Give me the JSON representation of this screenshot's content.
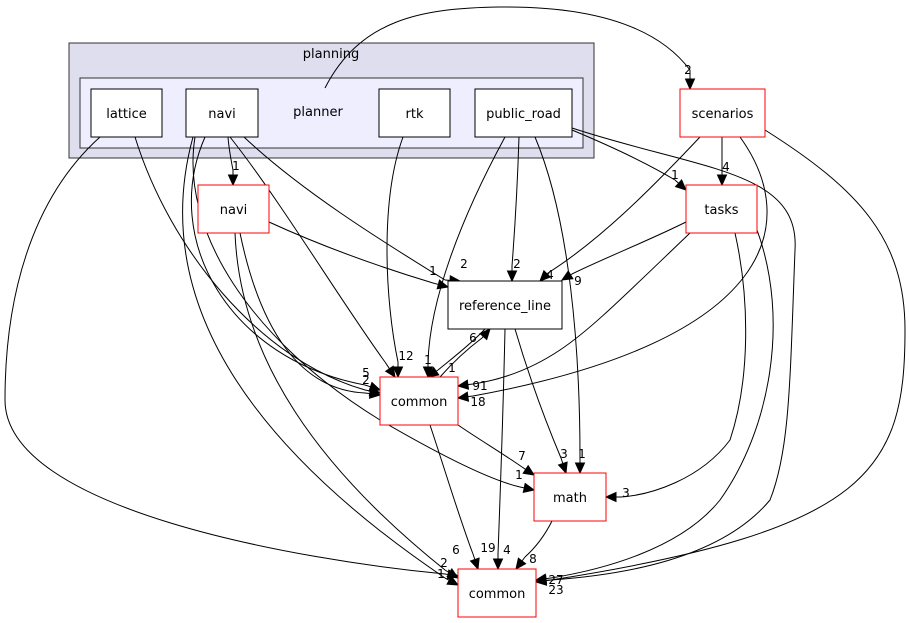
{
  "clusters": {
    "outer": {
      "label": "planning",
      "fill": "#dedeee",
      "stroke": "#333333"
    },
    "inner": {
      "label": "planner",
      "fill": "#eeeeff",
      "stroke": "#333333"
    }
  },
  "nodes": [
    {
      "id": "lattice",
      "label": "lattice",
      "border": "#000000"
    },
    {
      "id": "navi_dir",
      "label": "navi",
      "border": "#000000"
    },
    {
      "id": "rtk",
      "label": "rtk",
      "border": "#000000"
    },
    {
      "id": "public_road",
      "label": "public_road",
      "border": "#000000"
    },
    {
      "id": "scenarios",
      "label": "scenarios",
      "border": "#ff0000"
    },
    {
      "id": "navi_ext",
      "label": "navi",
      "border": "#ff0000"
    },
    {
      "id": "tasks",
      "label": "tasks",
      "border": "#ff0000"
    },
    {
      "id": "reference_line",
      "label": "reference_line",
      "border": "#000000"
    },
    {
      "id": "common_mid",
      "label": "common",
      "border": "#ff0000"
    },
    {
      "id": "math",
      "label": "math",
      "border": "#ff0000"
    },
    {
      "id": "common_bottom",
      "label": "common",
      "border": "#ff0000"
    }
  ],
  "edge_labels": [
    "2",
    "1",
    "4",
    "1",
    "2",
    "2",
    "4",
    "9",
    "1",
    "6",
    "5",
    "2",
    "12",
    "1",
    "1",
    "91",
    "18",
    "7",
    "3",
    "1",
    "1",
    "3",
    "2",
    "1",
    "6",
    "19",
    "4",
    "8",
    "27",
    "23"
  ]
}
